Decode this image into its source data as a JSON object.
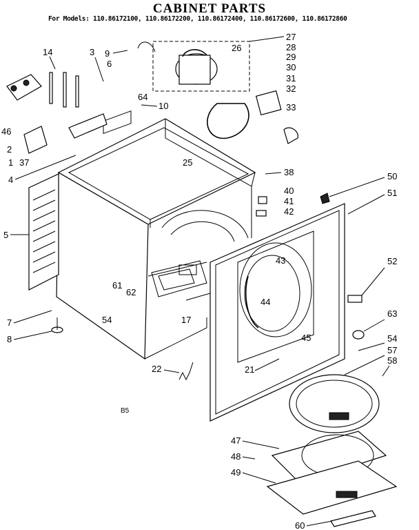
{
  "title": "CABINET PARTS",
  "models": "For Models: 110.86172100, 110.86172200, 110.86172400, 110.86172600, 110.86172860",
  "footer_code": "B5",
  "callouts": [
    "14",
    "3",
    "9",
    "26",
    "27",
    "28",
    "29",
    "30",
    "31",
    "32",
    "33",
    "46",
    "6",
    "64",
    "10",
    "2",
    "37",
    "1",
    "4",
    "25",
    "38",
    "5",
    "50",
    "51",
    "40",
    "41",
    "42",
    "43",
    "52",
    "44",
    "61",
    "62",
    "63",
    "54",
    "17",
    "45",
    "7",
    "8",
    "21",
    "57",
    "58",
    "22",
    "47",
    "48",
    "49",
    "60"
  ]
}
